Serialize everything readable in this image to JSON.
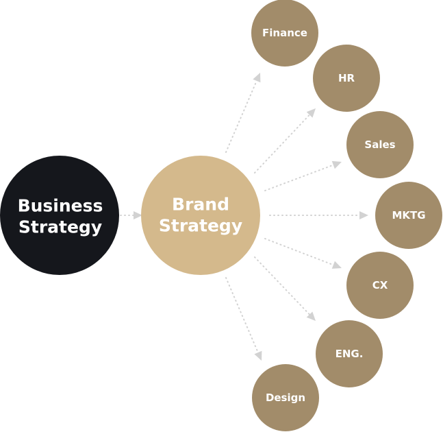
{
  "colors": {
    "business": "#15171c",
    "brand": "#d4b98c",
    "satellite": "#a28c6a",
    "connector": "#d2d2d2",
    "text": "#ffffff"
  },
  "nodes": {
    "business": {
      "line1": "Business",
      "line2": "Strategy"
    },
    "brand": {
      "line1": "Brand",
      "line2": "Strategy"
    },
    "satellites": [
      {
        "id": "finance",
        "label": "Finance"
      },
      {
        "id": "hr",
        "label": "HR"
      },
      {
        "id": "sales",
        "label": "Sales"
      },
      {
        "id": "mktg",
        "label": "MKTG"
      },
      {
        "id": "cx",
        "label": "CX"
      },
      {
        "id": "eng",
        "label": "ENG."
      },
      {
        "id": "design",
        "label": "Design"
      }
    ]
  }
}
